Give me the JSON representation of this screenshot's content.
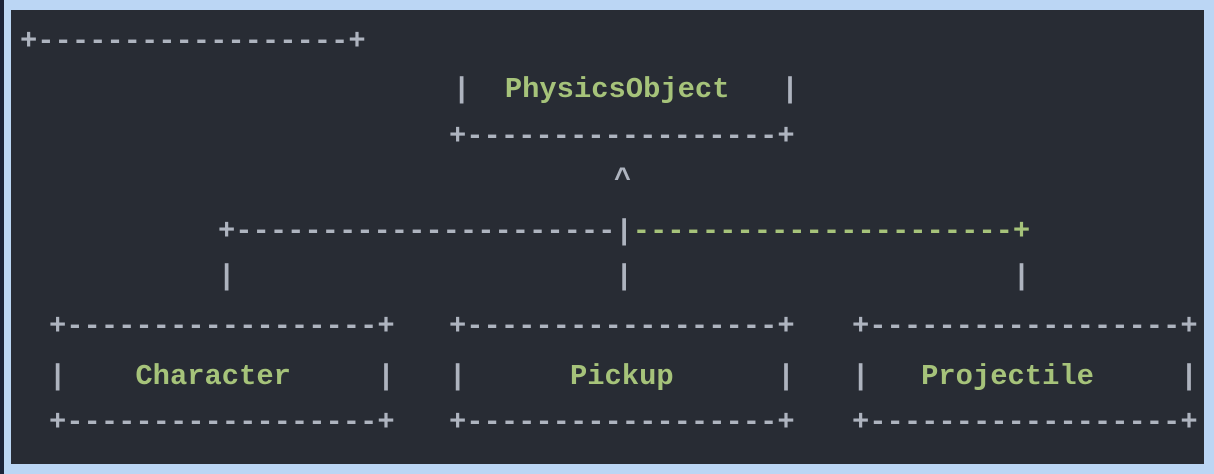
{
  "colors": {
    "background": "#282c34",
    "frame_border": "#bbd6f4",
    "edge_strip": "#1b2337",
    "line_gray": "#aeb4bf",
    "line_green": "#a6c37a"
  },
  "hierarchy": {
    "parent": "PhysicsObject",
    "children": [
      "Character",
      "Pickup",
      "Projectile"
    ]
  },
  "ascii": {
    "stray_top_border": "+------------------+",
    "physics_box": {
      "label_row": {
        "left": "|  ",
        "label": "PhysicsObject",
        "right": "   |"
      },
      "bottom_border": "+------------------+"
    },
    "arrow_up": "^",
    "connector_row": {
      "gray": "+----------------------|",
      "green": "----------------------+"
    },
    "drop_row": "|                      |                      |",
    "child_boxes": {
      "border": "+------------------+",
      "character": {
        "left": "|    ",
        "label": "Character",
        "right": "     |"
      },
      "pickup": {
        "left": "|      ",
        "label": "Pickup",
        "right": "      |"
      },
      "projectile": {
        "left": "|   ",
        "label": "Projectile",
        "right": "     |"
      }
    }
  }
}
